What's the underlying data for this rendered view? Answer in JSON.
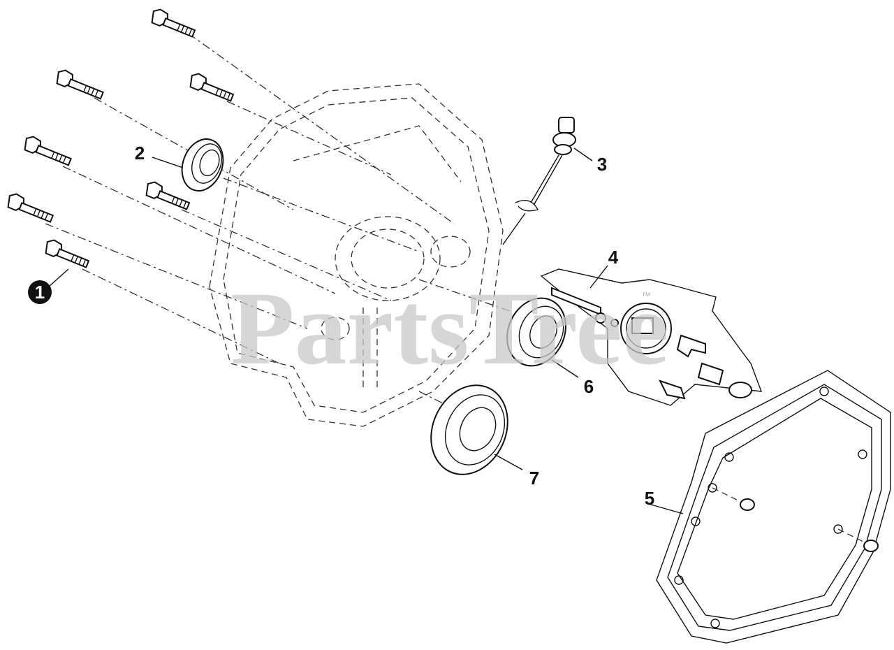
{
  "diagram": {
    "watermark": "PartsTree",
    "trademark": "™",
    "callouts": [
      {
        "id": "1",
        "label": "1",
        "part": "bolt",
        "highlighted": true
      },
      {
        "id": "2",
        "label": "2",
        "part": "oil-seal"
      },
      {
        "id": "3",
        "label": "3",
        "part": "dipstick"
      },
      {
        "id": "4",
        "label": "4",
        "part": "governor-assembly"
      },
      {
        "id": "5",
        "label": "5",
        "part": "gasket"
      },
      {
        "id": "6",
        "label": "6",
        "part": "ball-bearing"
      },
      {
        "id": "7",
        "label": "7",
        "part": "ball-bearing"
      }
    ],
    "colors": {
      "line": "#111111",
      "watermark": "#c9c9c9",
      "highlight": "#111111"
    }
  }
}
